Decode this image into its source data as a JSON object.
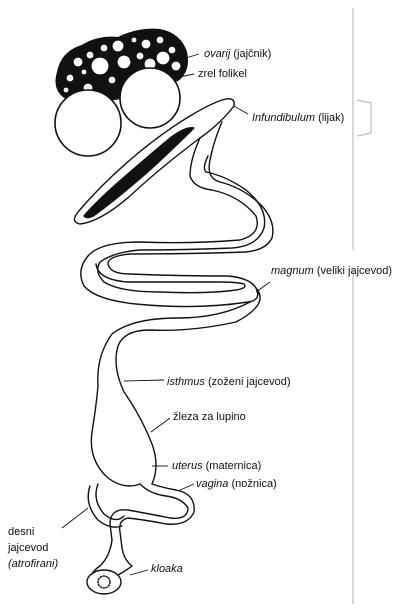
{
  "labels": {
    "ovary": {
      "term": "ovarij",
      "note": "(jajčnik)"
    },
    "follicle": {
      "text": "zrel folikel"
    },
    "infundibulum": {
      "term": "Infundibulum",
      "note": "(lijak)"
    },
    "magnum": {
      "term": "magnum",
      "note": "(veliki jajcevod)"
    },
    "isthmus": {
      "term": "isthmus",
      "note": "(zoženi jajcevod)"
    },
    "shell_gland": {
      "text": "žleza za lupino"
    },
    "uterus": {
      "term": "uterus",
      "note": "(maternica)"
    },
    "vagina": {
      "term": "vagina",
      "note": "(nožnica)"
    },
    "right_oviduct": {
      "line1": "desni",
      "line2": "jajcevod",
      "line3": "(atrofirani)"
    },
    "cloaca": {
      "term": "kloaka"
    }
  },
  "colors": {
    "ink": "#111111",
    "bracket": "#bdbdbd",
    "background": "#ffffff"
  }
}
